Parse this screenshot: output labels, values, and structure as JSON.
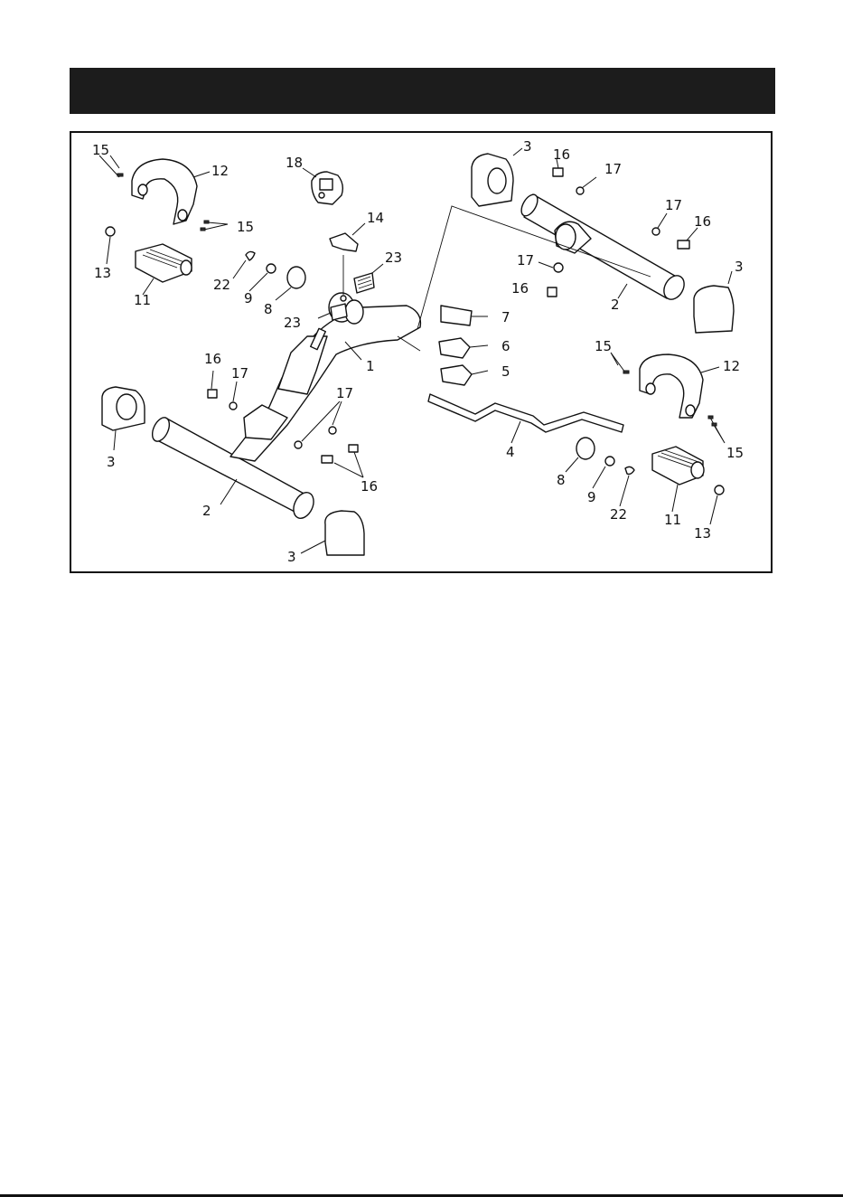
{
  "colors": {
    "header": "#1c1c1c",
    "ink": "#111111",
    "background": "#ffffff"
  },
  "callouts": [
    {
      "id": "c15a",
      "label": "15"
    },
    {
      "id": "c12a",
      "label": "12"
    },
    {
      "id": "c18",
      "label": "18"
    },
    {
      "id": "c3a",
      "label": "3"
    },
    {
      "id": "c16a",
      "label": "16"
    },
    {
      "id": "c17a",
      "label": "17"
    },
    {
      "id": "c15b",
      "label": "15"
    },
    {
      "id": "c14",
      "label": "14"
    },
    {
      "id": "c13a",
      "label": "13"
    },
    {
      "id": "c11a",
      "label": "11"
    },
    {
      "id": "c22a",
      "label": "22"
    },
    {
      "id": "c9a",
      "label": "9"
    },
    {
      "id": "c8a",
      "label": "8"
    },
    {
      "id": "c23a",
      "label": "23"
    },
    {
      "id": "c23b",
      "label": "23"
    },
    {
      "id": "c17b",
      "label": "17"
    },
    {
      "id": "c16b",
      "label": "16"
    },
    {
      "id": "c17c",
      "label": "17"
    },
    {
      "id": "c16c",
      "label": "16"
    },
    {
      "id": "c2a",
      "label": "2"
    },
    {
      "id": "c3b",
      "label": "3"
    },
    {
      "id": "c7",
      "label": "7"
    },
    {
      "id": "c6",
      "label": "6"
    },
    {
      "id": "c5",
      "label": "5"
    },
    {
      "id": "c1",
      "label": "1"
    },
    {
      "id": "c15c",
      "label": "15"
    },
    {
      "id": "c12b",
      "label": "12"
    },
    {
      "id": "c16d",
      "label": "16"
    },
    {
      "id": "c17d",
      "label": "17"
    },
    {
      "id": "c17e",
      "label": "17"
    },
    {
      "id": "c3c",
      "label": "3"
    },
    {
      "id": "c2b",
      "label": "2"
    },
    {
      "id": "c16e",
      "label": "16"
    },
    {
      "id": "c4",
      "label": "4"
    },
    {
      "id": "c15d",
      "label": "15"
    },
    {
      "id": "c8b",
      "label": "8"
    },
    {
      "id": "c9b",
      "label": "9"
    },
    {
      "id": "c22b",
      "label": "22"
    },
    {
      "id": "c11b",
      "label": "11"
    },
    {
      "id": "c13b",
      "label": "13"
    },
    {
      "id": "c3d",
      "label": "3"
    }
  ],
  "icons": [
    "end-cap-icon",
    "pedal-icon",
    "strap-icon",
    "console-icon",
    "washer-icon",
    "bolt-icon",
    "tube-icon"
  ]
}
